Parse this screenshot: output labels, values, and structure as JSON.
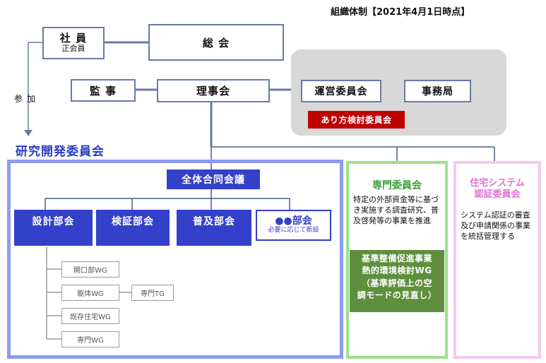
{
  "title": "組織体制【2021年4月1日時点】",
  "top": {
    "shain": "社 員",
    "shain_sub": "正会員",
    "sokai": "総 会",
    "kanji": "監 事",
    "rijikai": "理事会",
    "uneiiinkai": "運営委員会",
    "jimukyoku": "事務局",
    "arikata": "あり方検討委員会",
    "sanka": "参加"
  },
  "research": {
    "heading": "研究開発委員会",
    "plenary": "全体合同会議",
    "divisions": [
      "設計部会",
      "検証部会",
      "普及部会"
    ],
    "new_division": "●●部会",
    "new_division_note": "必要に応じて新設",
    "working_groups": [
      "開口部WG",
      "躯体WG",
      "既存住宅WG",
      "専門WG"
    ],
    "sub_tg": "専門TG"
  },
  "expert": {
    "title": "専門委員会",
    "description": "特定の外部資金等に基づき実施する調査研究、普及啓発等の事業を推進",
    "project_lines": [
      "基準整備促進事業",
      "熱的環境検討WG",
      "（基準評価上の空",
      "調モードの見直し）"
    ]
  },
  "housing": {
    "title_lines": [
      "住宅システム",
      "認証委員会"
    ],
    "description": "システム認証の審査及び申請関係の事業を統括管理する"
  },
  "colors": {
    "blue_dark": "#3340c9",
    "blue_frame": "#8d9bf2",
    "green_frame": "#9be38b",
    "green_dark": "#5f8f3e",
    "pink_frame": "#f6c8f0",
    "red": "#c00000",
    "gray_panel": "#d9d8d9",
    "box_border": "#6b7aa6"
  }
}
